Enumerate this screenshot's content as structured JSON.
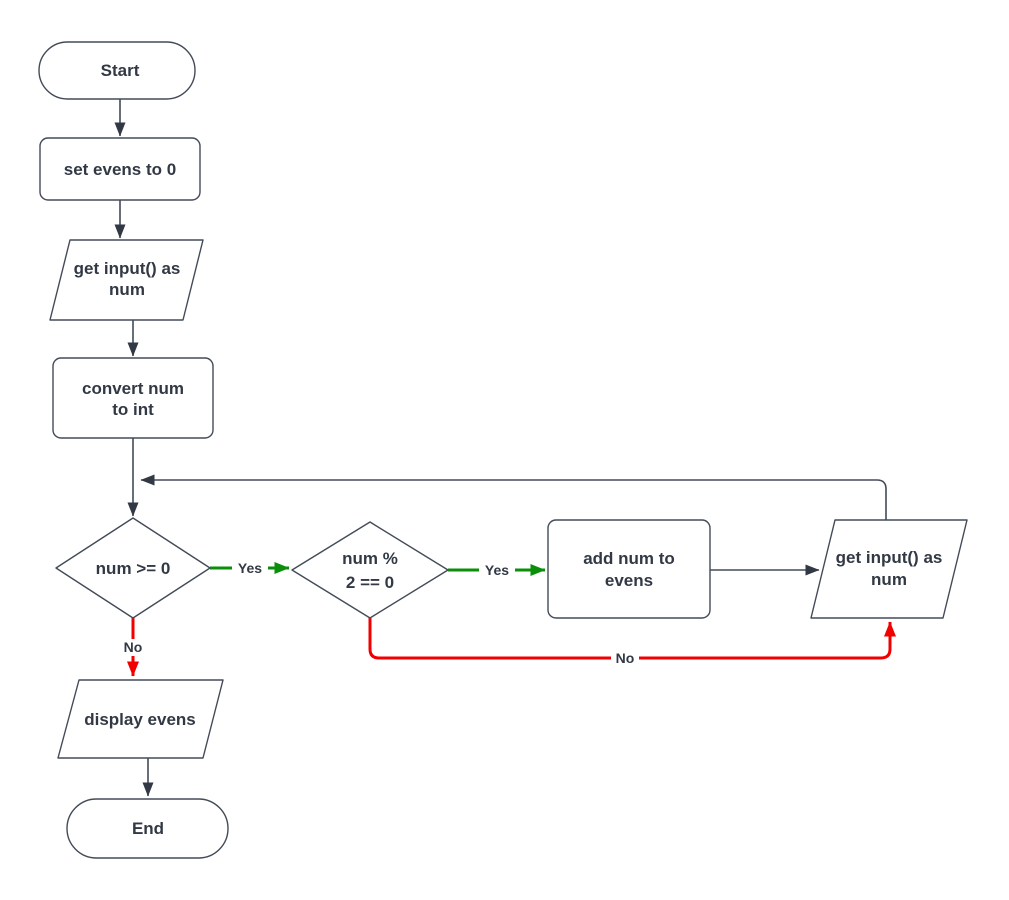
{
  "diagram": {
    "type": "flowchart",
    "background": "#ffffff",
    "colors": {
      "node_fill": "#ffffff",
      "node_stroke": "#434b58",
      "text": "#323945",
      "connector": "#434b58",
      "yes_branch_green": "#0b8f0b",
      "no_branch_red": "#f20000"
    },
    "nodes": {
      "start": {
        "shape": "terminator",
        "label": "Start"
      },
      "set_evens": {
        "shape": "process",
        "label": "set evens to 0"
      },
      "get_input_1": {
        "shape": "input-output",
        "lines": [
          "get input() as",
          "num"
        ]
      },
      "convert": {
        "shape": "process",
        "lines": [
          "convert num",
          "to int"
        ]
      },
      "num_nonnegative": {
        "shape": "decision",
        "label": "num >= 0"
      },
      "num_even": {
        "shape": "decision",
        "lines": [
          "num %",
          "2 == 0"
        ]
      },
      "add_num": {
        "shape": "process",
        "lines": [
          "add num to",
          "evens"
        ]
      },
      "get_input_2": {
        "shape": "input-output",
        "lines": [
          "get input() as",
          "num"
        ]
      },
      "display_evens": {
        "shape": "input-output",
        "label": "display evens"
      },
      "end": {
        "shape": "terminator",
        "label": "End"
      }
    },
    "edge_labels": {
      "nonnegative_yes": "Yes",
      "nonnegative_no": "No",
      "even_yes": "Yes",
      "even_no": "No"
    }
  }
}
